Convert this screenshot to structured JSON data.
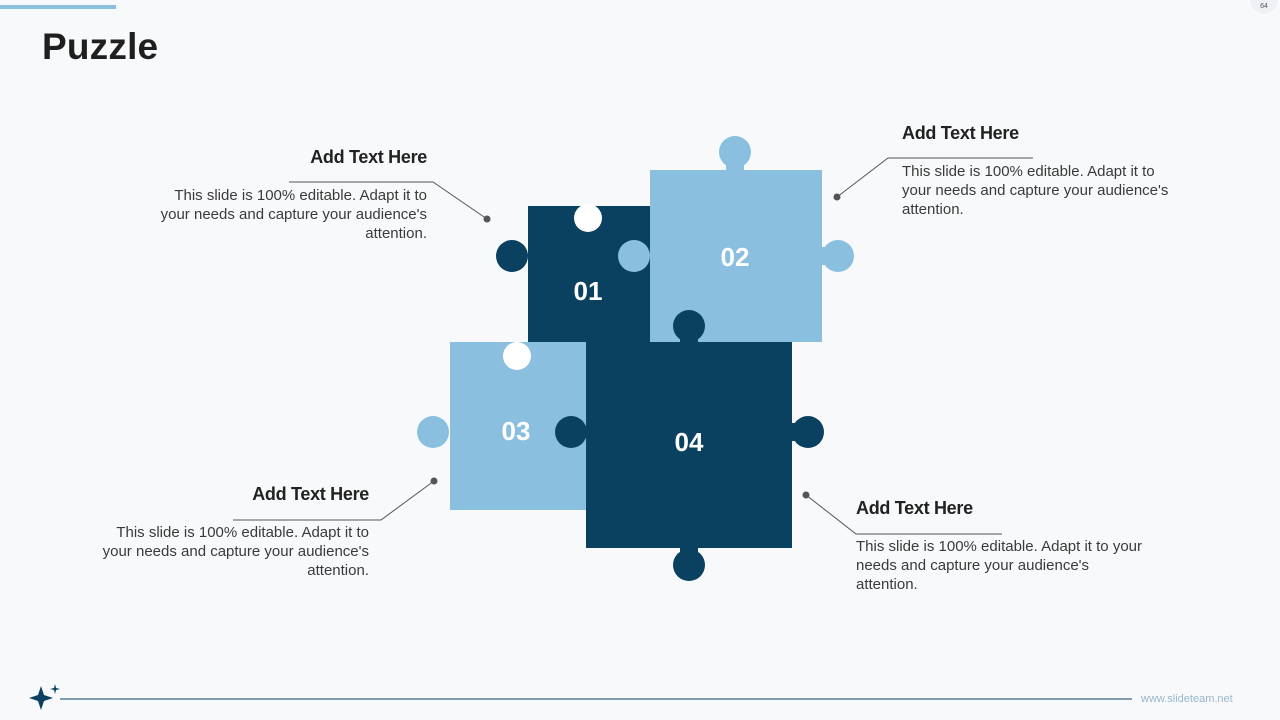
{
  "slide": {
    "title": "Puzzle",
    "page_number": "64",
    "footer_url": "www.slideteam.net"
  },
  "colors": {
    "dark": "#0b4160",
    "light": "#8bbfe0",
    "connector": "#555555"
  },
  "pieces": [
    {
      "label": "01",
      "tone": "dark"
    },
    {
      "label": "02",
      "tone": "light"
    },
    {
      "label": "03",
      "tone": "light"
    },
    {
      "label": "04",
      "tone": "dark"
    }
  ],
  "callouts": [
    {
      "heading": "Add Text Here",
      "body": "This slide is 100% editable. Adapt it to your needs and capture your audience's attention."
    },
    {
      "heading": "Add Text Here",
      "body": "This slide is 100% editable. Adapt it to your needs and capture your audience's attention."
    },
    {
      "heading": "Add Text Here",
      "body": "This slide is 100% editable. Adapt it to your needs and capture your audience's attention."
    },
    {
      "heading": "Add Text Here",
      "body": "This slide is 100% editable. Adapt it to your needs and capture your audience's attention."
    }
  ],
  "icons": {
    "logo": "sparkle-star-icon"
  }
}
